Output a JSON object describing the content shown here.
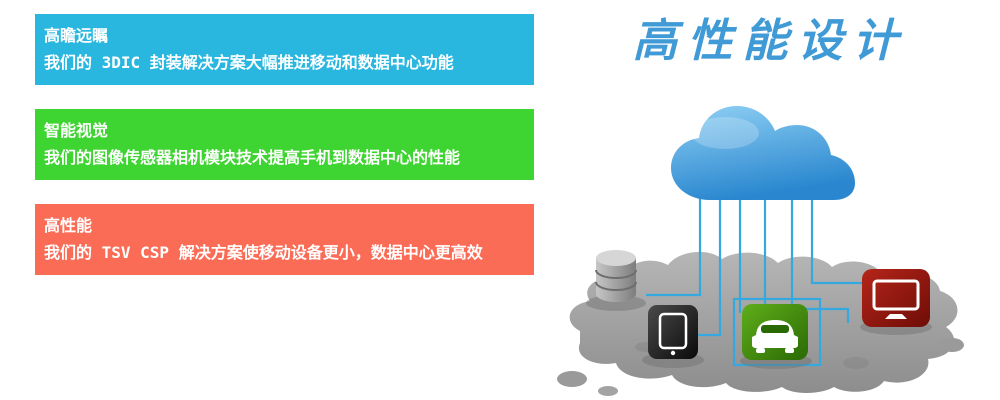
{
  "banners": [
    {
      "title": "高瞻远瞩",
      "subtitle": "我们的 3DIC 封装解决方案大幅推进移动和数据中心功能",
      "color": "#29b7df"
    },
    {
      "title": "智能视觉",
      "subtitle": "我们的图像传感器相机模块技术提高手机到数据中心的性能",
      "color": "#3ed431"
    },
    {
      "title": "高性能",
      "subtitle": "我们的 TSV CSP 解决方案使移动设备更小，数据中心更高效",
      "color": "#fb6c57"
    }
  ],
  "hero": {
    "title": "高性能设计",
    "color": "#3f9ad6"
  },
  "illustration": {
    "description": "blue cloud connected by circuit lines to devices on a gray splat",
    "cloud_color": "#2f93d8",
    "connector_color": "#35a8e0",
    "ground_color": "#9c9c9c",
    "devices": [
      {
        "icon": "database-icon",
        "color": "#8f8f8f"
      },
      {
        "icon": "tablet-icon",
        "color": "#161616"
      },
      {
        "icon": "car-icon",
        "color": "#2f7a0a"
      },
      {
        "icon": "monitor-icon",
        "color": "#8c130d"
      }
    ]
  }
}
